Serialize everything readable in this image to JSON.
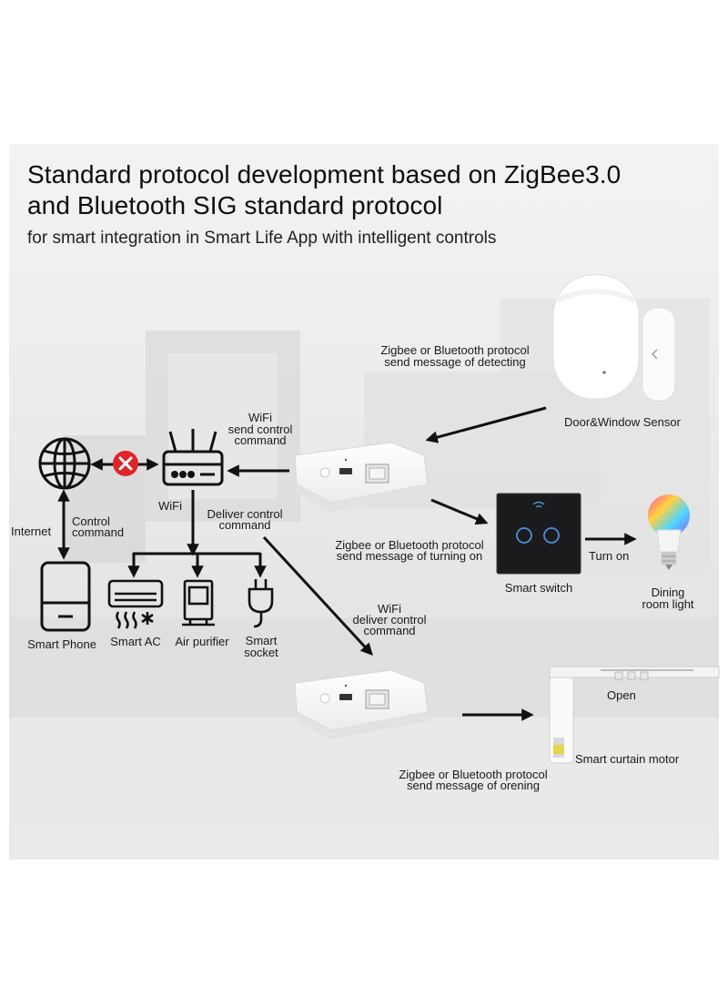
{
  "header": {
    "title_line1": "Standard protocol development based on ZigBee3.0",
    "title_line2": "and Bluetooth SIG standard protocol",
    "subtitle": "for smart integration in Smart Life App with intelligent controls"
  },
  "labels": {
    "sensor_protocol_1": "Zigbee or Bluetooth protocol",
    "sensor_protocol_2": "send message of detecting",
    "door_sensor": "Door&Window Sensor",
    "wifi_send_1": "WiFi",
    "wifi_send_2": "send control",
    "wifi_send_3": "command",
    "router_wifi": "WiFi",
    "deliver_1": "Deliver control",
    "deliver_2": "command",
    "internet": "Internet",
    "control_1": "Control",
    "control_2": "command",
    "smart_phone": "Smart Phone",
    "smart_ac": "Smart AC",
    "air_purifier": "Air purifier",
    "smart_socket_1": "Smart",
    "smart_socket_2": "socket",
    "switch_protocol_1": "Zigbee or Bluetooth protocol",
    "switch_protocol_2": "send message of turning on",
    "smart_switch": "Smart switch",
    "turn_on": "Turn on",
    "dining_1": "Dining",
    "dining_2": "room light",
    "wifi_deliver_1": "WiFi",
    "wifi_deliver_2": "deliver control",
    "wifi_deliver_3": "command",
    "open": "Open",
    "curtain_motor": "Smart curtain motor",
    "curtain_protocol_1": "Zigbee or Bluetooth protocol",
    "curtain_protocol_2": "send message of orening"
  },
  "colors": {
    "arrow": "#111111",
    "blocked": "#e0242b",
    "switch_panel": "#1b1b1d",
    "switch_ring": "#4a90d9"
  },
  "icons": [
    "globe-icon",
    "blocked-x-icon",
    "router-icon",
    "phone-icon",
    "air-conditioner-icon",
    "air-purifier-icon",
    "plug-icon",
    "gateway-hub",
    "door-sensor",
    "smart-switch",
    "light-bulb",
    "curtain-motor"
  ]
}
